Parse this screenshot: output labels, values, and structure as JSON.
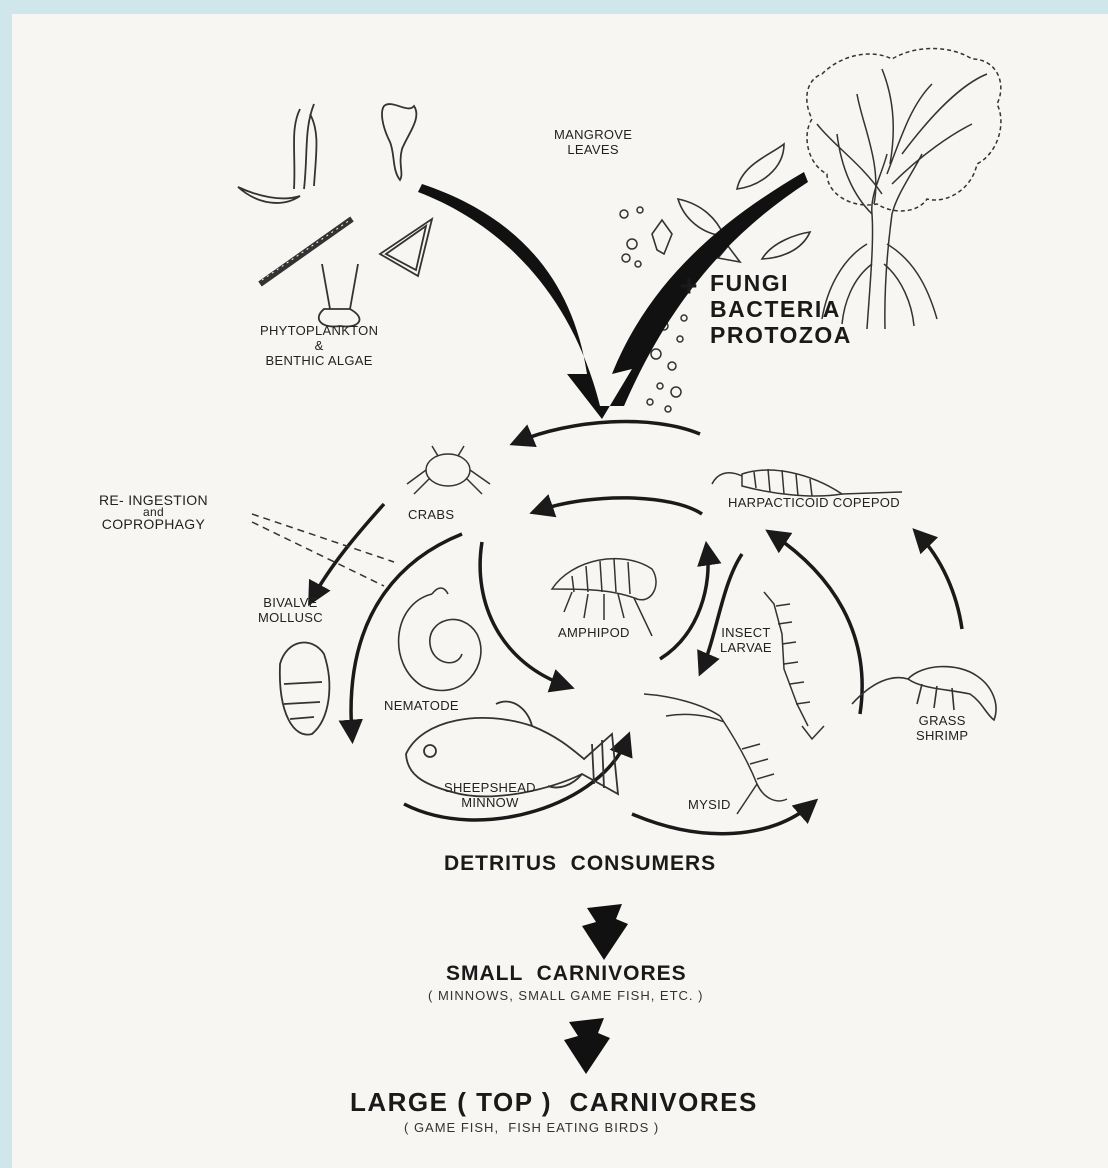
{
  "sources": {
    "phytoplankton": [
      "PHYTOPLANKTON",
      "&",
      "BENTHIC ALGAE"
    ],
    "mangrove": [
      "MANGROVE",
      "LEAVES"
    ],
    "decomposers_plus": "+",
    "decomposers": [
      "FUNGI",
      "BACTERIA",
      "PROTOZOA"
    ]
  },
  "organisms": {
    "crabs": "CRABS",
    "harpacticoid": "HARPACTICOID COPEPOD",
    "bivalve": [
      "BIVALVE",
      "MOLLUSC"
    ],
    "amphipod": "AMPHIPOD",
    "insect_larvae": [
      "INSECT",
      "LARVAE"
    ],
    "nematode": "NEMATODE",
    "grass_shrimp": [
      "GRASS",
      "SHRIMP"
    ],
    "sheepshead": [
      "SHEEPSHEAD",
      "MINNOW"
    ],
    "mysid": "MYSID"
  },
  "reingestion": [
    "RE- INGESTION",
    "and",
    "COPROPHAGY"
  ],
  "levels": {
    "detritus": "DETRITUS  CONSUMERS",
    "small_carnivores": "SMALL  CARNIVORES",
    "small_carnivores_examples": "( MINNOWS, SMALL GAME FISH, ETC. )",
    "large_carnivores": "LARGE ( TOP )  CARNIVORES",
    "large_carnivores_examples": "( GAME FISH,  FISH EATING BIRDS )"
  },
  "colors": {
    "background": "#cfe6ea",
    "paper": "#f7f6f2",
    "ink": "#1a1a1a"
  }
}
